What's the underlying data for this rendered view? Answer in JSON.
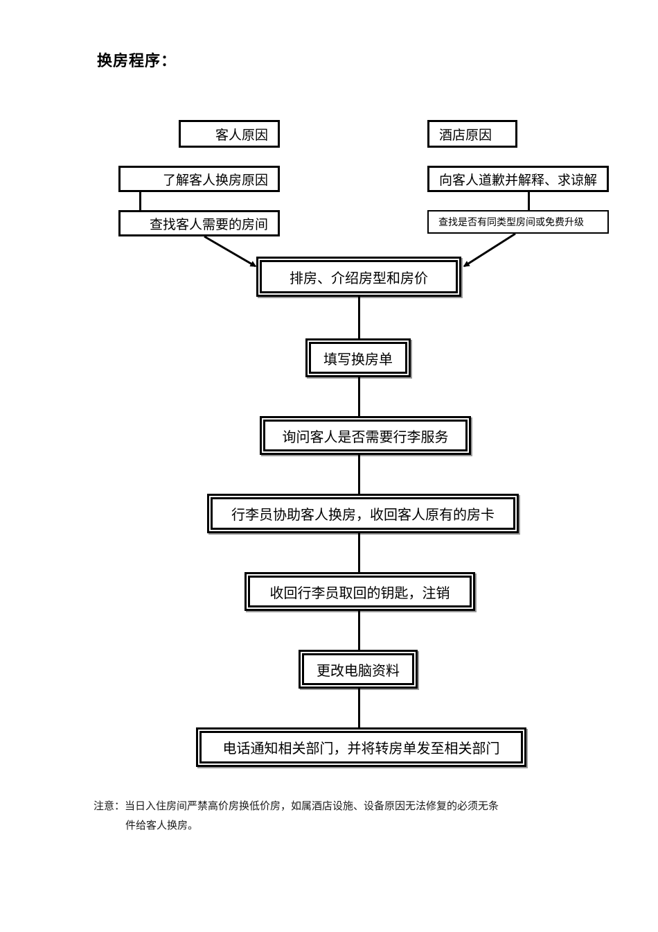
{
  "page": {
    "title": "换房程序："
  },
  "flow": {
    "branches": [
      {
        "id": "guest-reason",
        "header": "客人原因",
        "steps": [
          "了解客人换房原因",
          "查找客人需要的房间"
        ]
      },
      {
        "id": "hotel-reason",
        "header": "酒店原因",
        "steps": [
          "向客人道歉并解释、求谅解",
          "查找是否有同类型房间或免费升级"
        ]
      }
    ],
    "main_steps": [
      "排房、介绍房型和房价",
      "填写换房单",
      "询问客人是否需要行李服务",
      "行李员协助客人换房，收回客人原有的房卡",
      "收回行李员取回的钥匙，注销",
      "更改电脑资料",
      "电话通知相关部门，并将转房单发至相关部门"
    ]
  },
  "footnote": {
    "line1": "注意：当日入住房间严禁高价房换低价房，如属酒店设施、设备原因无法修复的必须无条",
    "line2": "件给客人换房。"
  },
  "colors": {
    "ink": "#000000",
    "paper": "#ffffff",
    "shadow": "#9a9a9a"
  }
}
